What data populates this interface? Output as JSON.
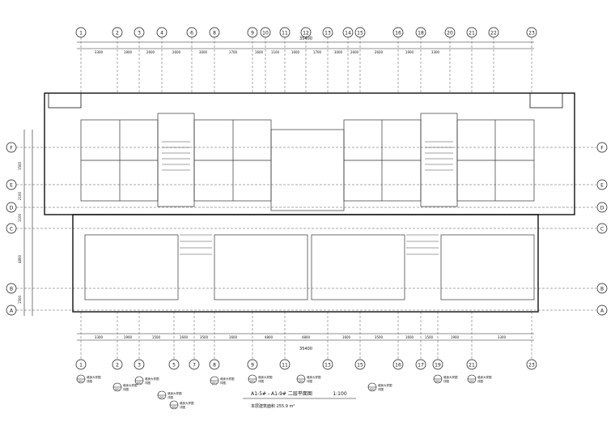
{
  "drawing": {
    "title": "A1-5# - A1-9# 二层平面图",
    "scale": "1:100",
    "note": "本层建筑面积 255.9 m²",
    "total_dim": "35400"
  },
  "grid_top": [
    "1",
    "2",
    "3",
    "4",
    "6",
    "8",
    "9",
    "10",
    "11",
    "12",
    "13",
    "14",
    "15",
    "16",
    "18",
    "20",
    "21",
    "22",
    "23"
  ],
  "grid_bottom": [
    "1",
    "2",
    "3",
    "5",
    "7",
    "8",
    "9",
    "11",
    "13",
    "15",
    "16",
    "17",
    "19",
    "21",
    "23"
  ],
  "grid_rows": [
    "F",
    "E",
    "D",
    "C",
    "B",
    "A"
  ],
  "dims_top": [
    "3300",
    "1900",
    "2600",
    "2600",
    "3000",
    "1700",
    "1600",
    "1100",
    "1600",
    "1700",
    "3000",
    "2600",
    "2600",
    "1900",
    "3300"
  ],
  "dims_bottom": [
    "3300",
    "1900",
    "1500",
    "1600",
    "3500",
    "1600",
    "4800",
    "4800",
    "1600",
    "3500",
    "1600",
    "1500",
    "1900",
    "3300"
  ],
  "dims_left": [
    "1500",
    "2100",
    "1100",
    "4800",
    "1500"
  ],
  "callout_tags": [
    "S01",
    "S01",
    "S02",
    "S01",
    "S02",
    "S01",
    "S01",
    "S01",
    "S02",
    "S01",
    "S01"
  ],
  "callout_labels": [
    "墙身大样图",
    "详图",
    "墙身大样图"
  ]
}
